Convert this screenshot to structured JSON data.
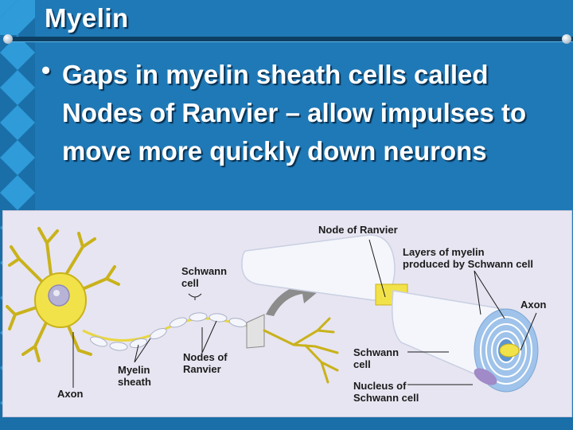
{
  "slide": {
    "title": "Myelin",
    "bullet_symbol": "•",
    "bullet_text": "Gaps in myelin sheath cells called Nodes of Ranvier – allow impulses to move more quickly down neurons"
  },
  "figure": {
    "labels": {
      "node_of_ranvier": "Node of Ranvier",
      "layers_of_myelin": "Layers of myelin\nproduced by Schwann cell",
      "schwann_cell_top": "Schwann\ncell",
      "axon_right": "Axon",
      "nodes_of_ranvier": "Nodes of\nRanvier",
      "schwann_cell_bottom": "Schwann\ncell",
      "myelin_sheath": "Myelin\nsheath",
      "nucleus_of_schwann_cell": "Nucleus of\nSchwann cell",
      "axon_left": "Axon"
    }
  },
  "colors": {
    "background": "#1f79b6",
    "title_text": "#ffffff",
    "neuron_yellow": "#f2e24a",
    "myelin_white": "#f4f6fb",
    "myelin_blue": "#9fc3ea",
    "figure_bg": "#e7e5f1"
  }
}
